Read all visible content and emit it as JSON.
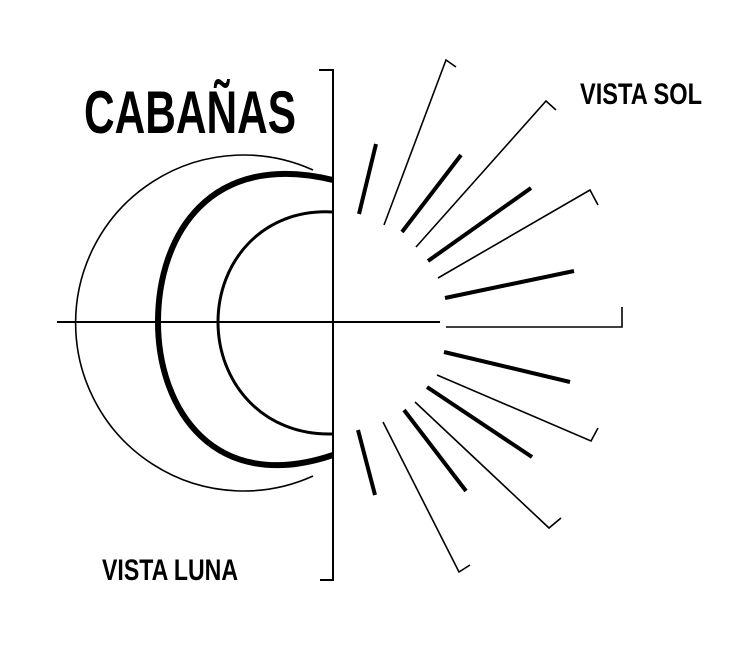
{
  "logo": {
    "title": "CABAÑAS",
    "vista_sol": "VISTA SOL",
    "vista_luna": "VISTA LUNA"
  },
  "colors": {
    "ink": "#000000",
    "background": "#ffffff"
  }
}
